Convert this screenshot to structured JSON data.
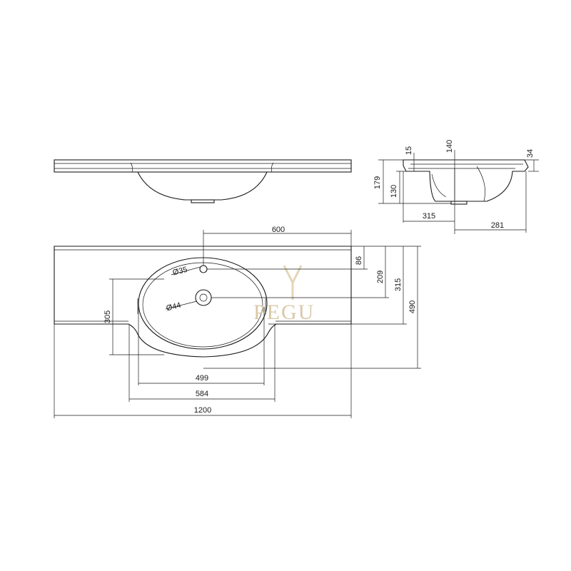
{
  "colors": {
    "line": "#1a1a1a",
    "background": "#ffffff",
    "watermark": "#d9c9a8"
  },
  "watermark": {
    "text": "PEGU"
  },
  "dimensions": {
    "top_width_600": "600",
    "faucet_hole_diameter": "Ø35",
    "drain_diameter": "Ø44",
    "depth_86": "86",
    "depth_209": "209",
    "depth_315": "315",
    "depth_490": "490",
    "bowl_depth_305": "305",
    "bowl_width_499": "499",
    "bowl_width_584": "584",
    "overall_width_1200": "1200",
    "side_height_179": "179",
    "side_height_130": "130",
    "side_rim_15": "15",
    "side_140": "140",
    "side_34": "34",
    "side_315": "315",
    "side_281": "281"
  }
}
